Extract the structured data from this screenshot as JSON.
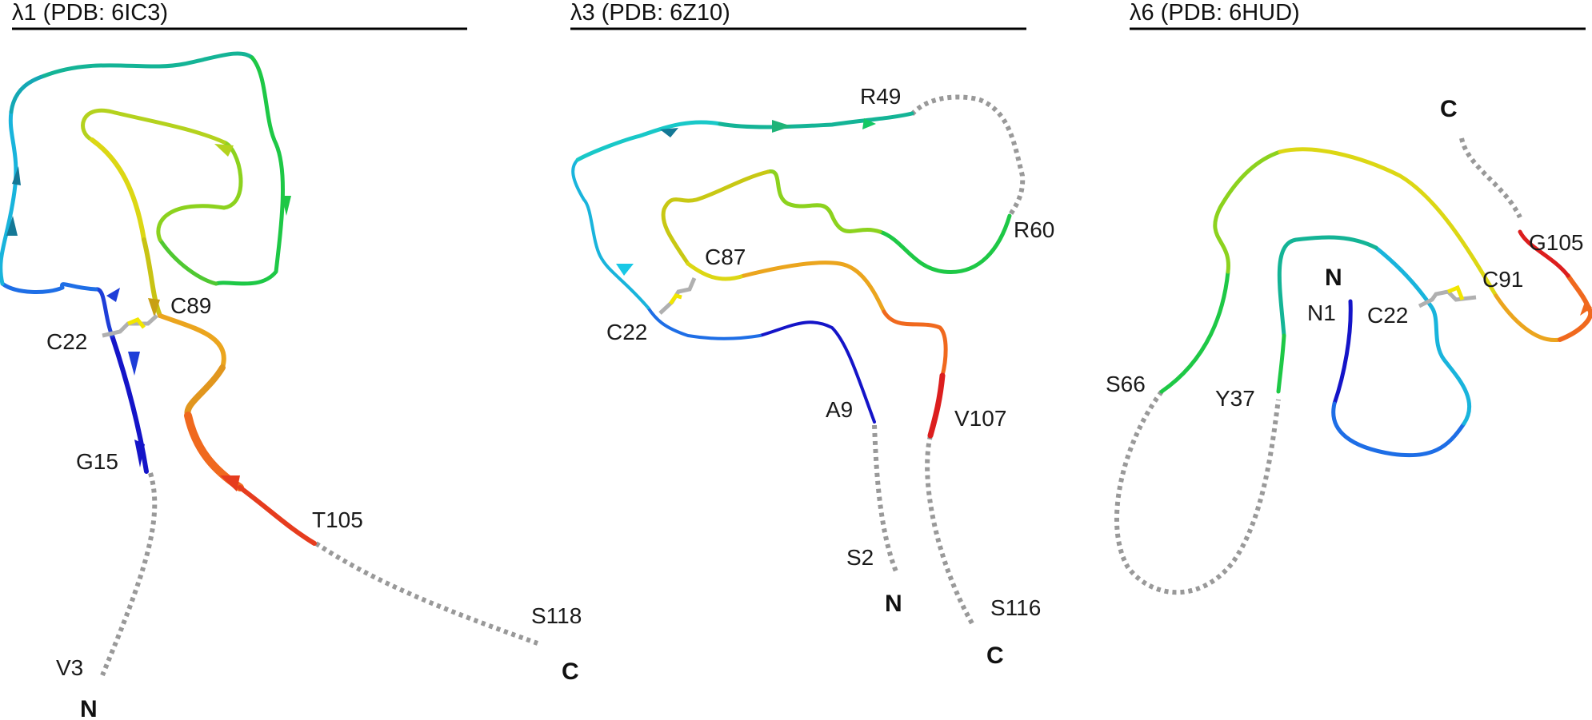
{
  "panels": [
    {
      "title": "λ1 (PDB: 6IC3)",
      "labels": {
        "r1": "C89",
        "r2": "C22",
        "r3": "G15",
        "r4": "T105",
        "r5": "S118",
        "r6": "V3"
      },
      "n_terminus": "N",
      "c_terminus": "C"
    },
    {
      "title": "λ3 (PDB: 6Z10)",
      "labels": {
        "r1": "R49",
        "r2": "R60",
        "r3": "C87",
        "r4": "C22",
        "r5": "A9",
        "r6": "V107",
        "r7": "S2",
        "r8": "S116"
      },
      "n_terminus": "N",
      "c_terminus": "C"
    },
    {
      "title": "λ6 (PDB: 6HUD)",
      "labels": {
        "r1": "G105",
        "r2": "C91",
        "r3": "N1",
        "r4": "C22",
        "r5": "S66",
        "r6": "Y37"
      },
      "n_terminus": "N",
      "c_terminus": "C"
    }
  ],
  "colors": {
    "title_rule": "#000000",
    "unresolved_dots": "#999999",
    "disulfide_sulfur": "#f2e600",
    "disulfide_bond": "#b0b0b0",
    "rainbow": [
      "#1414c8",
      "#1e6ee6",
      "#19b4dc",
      "#14b496",
      "#1ec846",
      "#8cd21e",
      "#dcd714",
      "#eba51e",
      "#f0691e",
      "#dc1e1e"
    ]
  }
}
